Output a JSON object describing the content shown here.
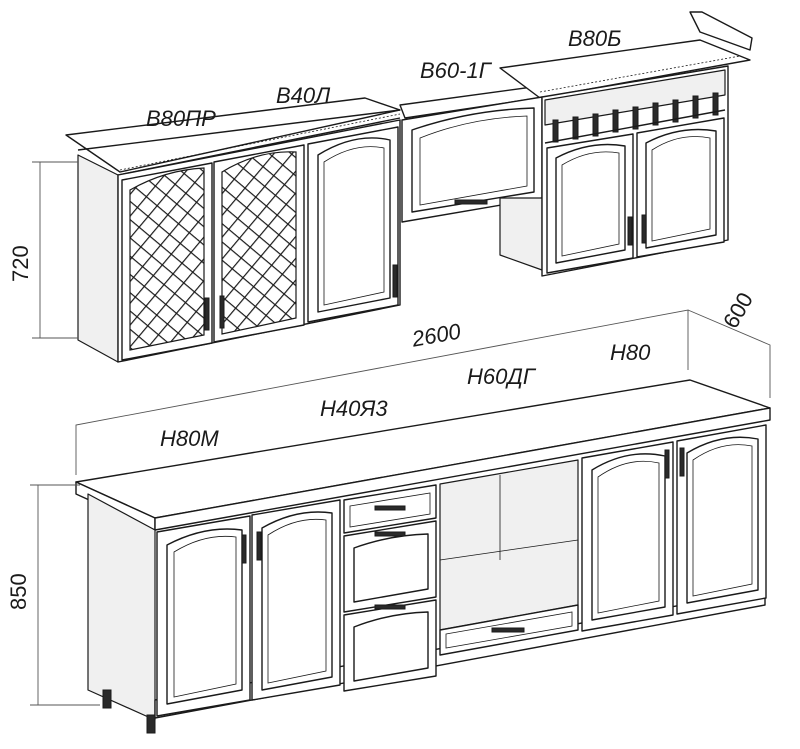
{
  "upper_row": {
    "labels": [
      "В80ПР",
      "В40Л",
      "В60-1Г",
      "В80Б"
    ],
    "height_dim": "720"
  },
  "lower_row": {
    "labels": [
      "Н80М",
      "Н40Я3",
      "Н60ДГ",
      "Н80"
    ],
    "height_dim": "850",
    "width_dim": "2600",
    "depth_dim": "600"
  }
}
